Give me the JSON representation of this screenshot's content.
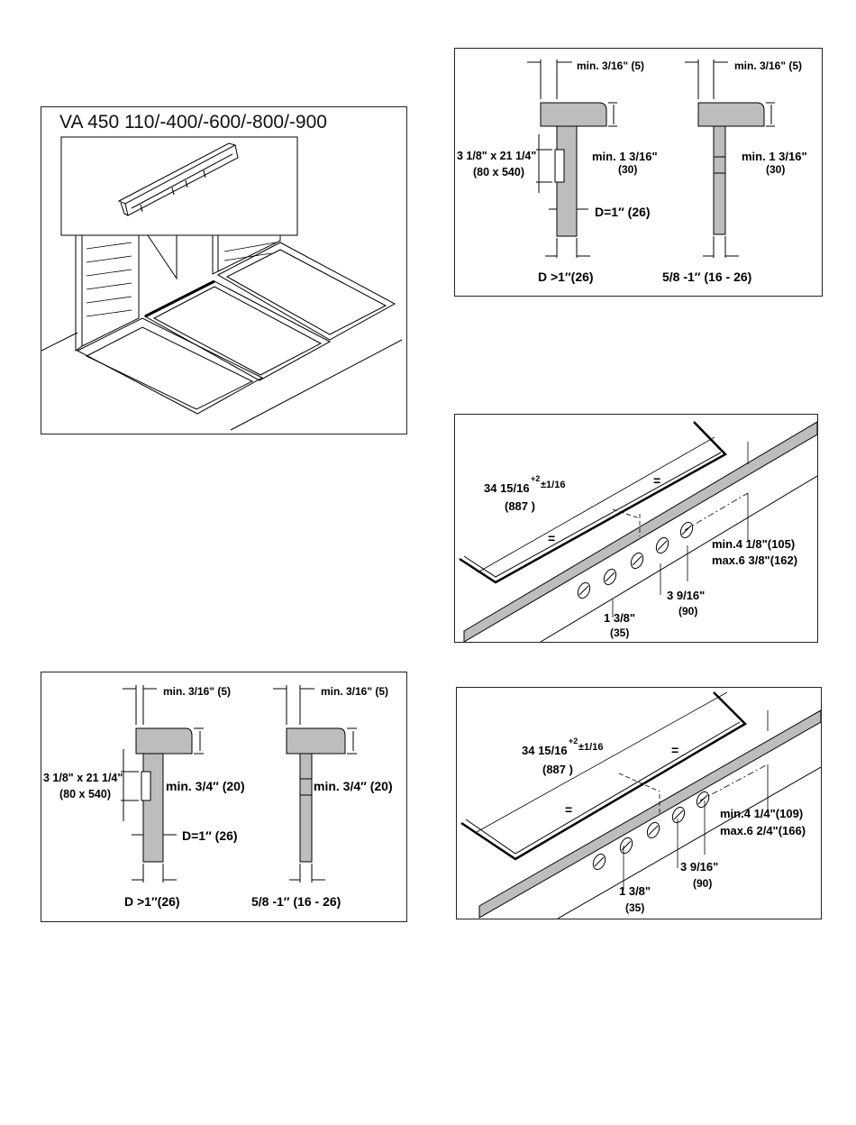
{
  "panel_a": {
    "title": "VA 450 110/-400/-600/-800/-900"
  },
  "panel_b": {
    "min_gap_left": "min. 3/16\" (5)",
    "min_gap_right": "min. 3/16\" (5)",
    "cutout_size": "3 1/8\" x 21 1/4\"",
    "cutout_size_mm": "(80 x 540)",
    "min_height_left": "min. 1 3/16\"",
    "min_height_left_mm": "(30)",
    "min_height_right": "min. 1 3/16\"",
    "min_height_right_mm": "(30)",
    "d_value": "D=1″ (26)",
    "d_min": "D >1″(26)",
    "thickness_range": "5/8 -1″ (16 - 26)"
  },
  "panel_c": {
    "min_gap_left": "min. 3/16\" (5)",
    "min_gap_right": "min. 3/16\" (5)",
    "cutout_size": "3 1/8\" x 21 1/4\"",
    "cutout_size_mm": "(80 x 540)",
    "min_height_left": "min. 3/4″ (20)",
    "min_height_right": "min. 3/4″ (20)",
    "d_value": "D=1″ (26)",
    "d_min": "D >1″(26)",
    "thickness_range": "5/8 -1″ (16 - 26)"
  },
  "panel_d": {
    "width_label": "34 15/16",
    "width_tol": "+2",
    "width_tol2": "±1/16",
    "width_mm": "(887    )",
    "equal_top": "=",
    "equal_bottom": "=",
    "min_depth": "min.4 1/8\"(105)",
    "max_depth": "max.6 3/8\"(162)",
    "spacing_small": "1 3/8\"",
    "spacing_small_mm": "(35)",
    "spacing_large": "3 9/16\"",
    "spacing_large_mm": "(90)"
  },
  "panel_e": {
    "width_label": "34 15/16",
    "width_tol": "+2",
    "width_tol2": "±1/16",
    "width_mm": "(887    )",
    "equal_top": "=",
    "equal_bottom": "=",
    "min_depth": "min.4 1/4\"(109)",
    "max_depth": "max.6 2/4\"(166)",
    "spacing_small": "1 3/8\"",
    "spacing_small_mm": "(35)",
    "spacing_large": "3 9/16\"",
    "spacing_large_mm": "(90)"
  }
}
